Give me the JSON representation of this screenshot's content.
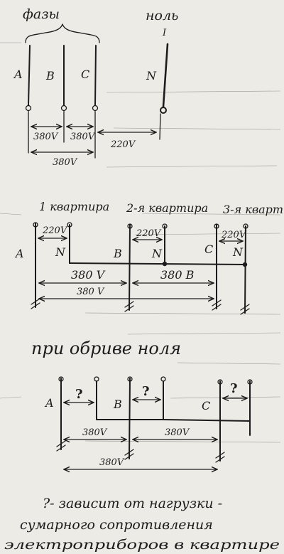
{
  "section1": {
    "phases_label": "фазы",
    "zero_label": "ноль",
    "zero_mark": "I",
    "phase_a": "A",
    "phase_b": "B",
    "phase_c": "C",
    "neutral": "N",
    "v_ab": "380V",
    "v_bc": "380V",
    "v_ac": "380V",
    "v_cn": "220V"
  },
  "section2": {
    "apt1": "1 квартира",
    "apt2": "2-я квартира",
    "apt3": "3-я кварт",
    "phase_a": "A",
    "phase_b": "B",
    "phase_c": "C",
    "n1": "N",
    "n2": "N",
    "n3": "N",
    "v1": "220V",
    "v2": "220V",
    "v3": "220V",
    "v_ab": "380 V",
    "v_bc": "380 В",
    "v_ac": "380 V"
  },
  "section3": {
    "title": "при обриве ноля",
    "phase_a": "A",
    "phase_b": "B",
    "phase_c": "C",
    "q1": "?",
    "q2": "?",
    "q3": "?",
    "v_ab": "380V",
    "v_bc": "380V",
    "v_ac": "380V"
  },
  "note": {
    "line1": "?- зависит от нагрузки -",
    "line2": "сумарного сопротивления",
    "line3": "электроприборов в квартире"
  }
}
